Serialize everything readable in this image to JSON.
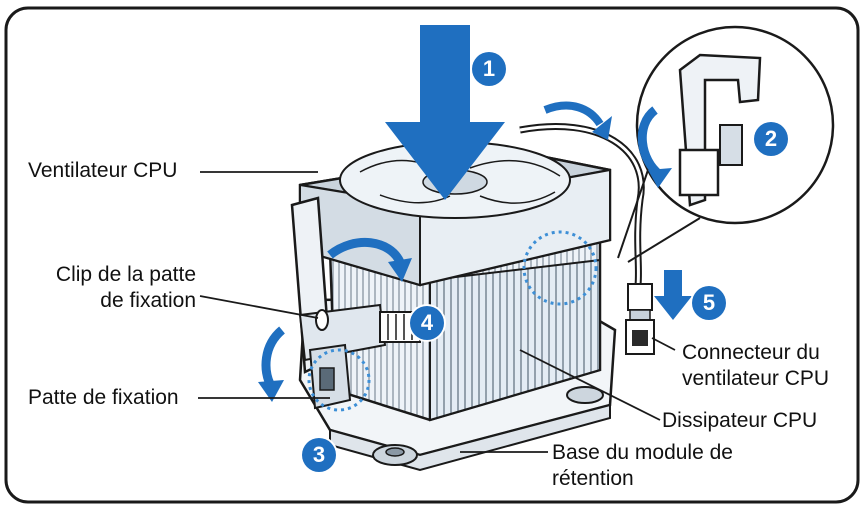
{
  "labels": {
    "fan": "Ventilateur CPU",
    "clip_line1": "Clip de la patte",
    "clip_line2": "de fixation",
    "lever": "Patte de fixation",
    "connector_line1": "Connecteur du",
    "connector_line2": "ventilateur CPU",
    "heatsink": "Dissipateur CPU",
    "base_line1": "Base du module de",
    "base_line2": "rétention"
  },
  "steps": [
    "1",
    "2",
    "3",
    "4",
    "5"
  ],
  "colors": {
    "accent_blue": "#1f6fc0",
    "outline": "#1a1a1a",
    "highlight_circle": "#3d8fd6"
  },
  "icons": {
    "step1": "down-arrow-icon",
    "rotate": "curved-arrow-icon",
    "step5": "down-arrow-icon"
  }
}
